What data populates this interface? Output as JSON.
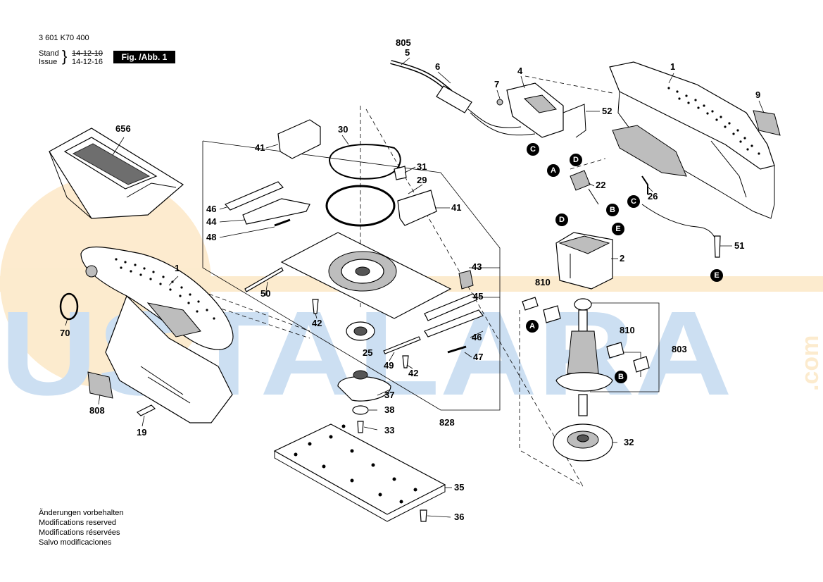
{
  "header": {
    "doc_number": "3 601 K70 400",
    "stand_label": "Stand",
    "issue_label": "Issue",
    "stand_old_date": "14-12-10",
    "issue_date": "14-12-16",
    "figure_label": "Fig. /Abb. 1"
  },
  "notes": [
    "Änderungen vorbehalten",
    "Modifications reserved",
    "Modifications réservées",
    "Salvo modificaciones"
  ],
  "watermark": {
    "text": "USTALAR",
    "suffix": "A",
    "domain": ".com",
    "color_blue": "#1a73c7",
    "color_orange": "#f5a623"
  },
  "part_labels": [
    {
      "id": "656",
      "text": "656"
    },
    {
      "id": "805",
      "text": "805"
    },
    {
      "id": "5",
      "text": "5"
    },
    {
      "id": "6",
      "text": "6"
    },
    {
      "id": "4",
      "text": "4"
    },
    {
      "id": "7",
      "text": "7"
    },
    {
      "id": "1a",
      "text": "1"
    },
    {
      "id": "9",
      "text": "9"
    },
    {
      "id": "52",
      "text": "52"
    },
    {
      "id": "30",
      "text": "30"
    },
    {
      "id": "41a",
      "text": "41"
    },
    {
      "id": "31",
      "text": "31"
    },
    {
      "id": "29",
      "text": "29"
    },
    {
      "id": "41b",
      "text": "41"
    },
    {
      "id": "46a",
      "text": "46"
    },
    {
      "id": "44",
      "text": "44"
    },
    {
      "id": "48",
      "text": "48"
    },
    {
      "id": "1b",
      "text": "1"
    },
    {
      "id": "22",
      "text": "22"
    },
    {
      "id": "26",
      "text": "26"
    },
    {
      "id": "51",
      "text": "51"
    },
    {
      "id": "2",
      "text": "2"
    },
    {
      "id": "43",
      "text": "43"
    },
    {
      "id": "810a",
      "text": "810"
    },
    {
      "id": "45",
      "text": "45"
    },
    {
      "id": "50",
      "text": "50"
    },
    {
      "id": "70",
      "text": "70"
    },
    {
      "id": "42a",
      "text": "42"
    },
    {
      "id": "46b",
      "text": "46"
    },
    {
      "id": "810b",
      "text": "810"
    },
    {
      "id": "803",
      "text": "803"
    },
    {
      "id": "25",
      "text": "25"
    },
    {
      "id": "47",
      "text": "47"
    },
    {
      "id": "49",
      "text": "49"
    },
    {
      "id": "42b",
      "text": "42"
    },
    {
      "id": "808",
      "text": "808"
    },
    {
      "id": "37",
      "text": "37"
    },
    {
      "id": "38",
      "text": "38"
    },
    {
      "id": "19",
      "text": "19"
    },
    {
      "id": "828",
      "text": "828"
    },
    {
      "id": "33",
      "text": "33"
    },
    {
      "id": "32",
      "text": "32"
    },
    {
      "id": "35",
      "text": "35"
    },
    {
      "id": "36",
      "text": "36"
    }
  ],
  "connection_markers": [
    {
      "id": "C1",
      "text": "C"
    },
    {
      "id": "D1",
      "text": "D"
    },
    {
      "id": "A1",
      "text": "A"
    },
    {
      "id": "C2",
      "text": "C"
    },
    {
      "id": "B1",
      "text": "B"
    },
    {
      "id": "D2",
      "text": "D"
    },
    {
      "id": "E1",
      "text": "E"
    },
    {
      "id": "E2",
      "text": "E"
    },
    {
      "id": "A2",
      "text": "A"
    },
    {
      "id": "B2",
      "text": "B"
    }
  ]
}
